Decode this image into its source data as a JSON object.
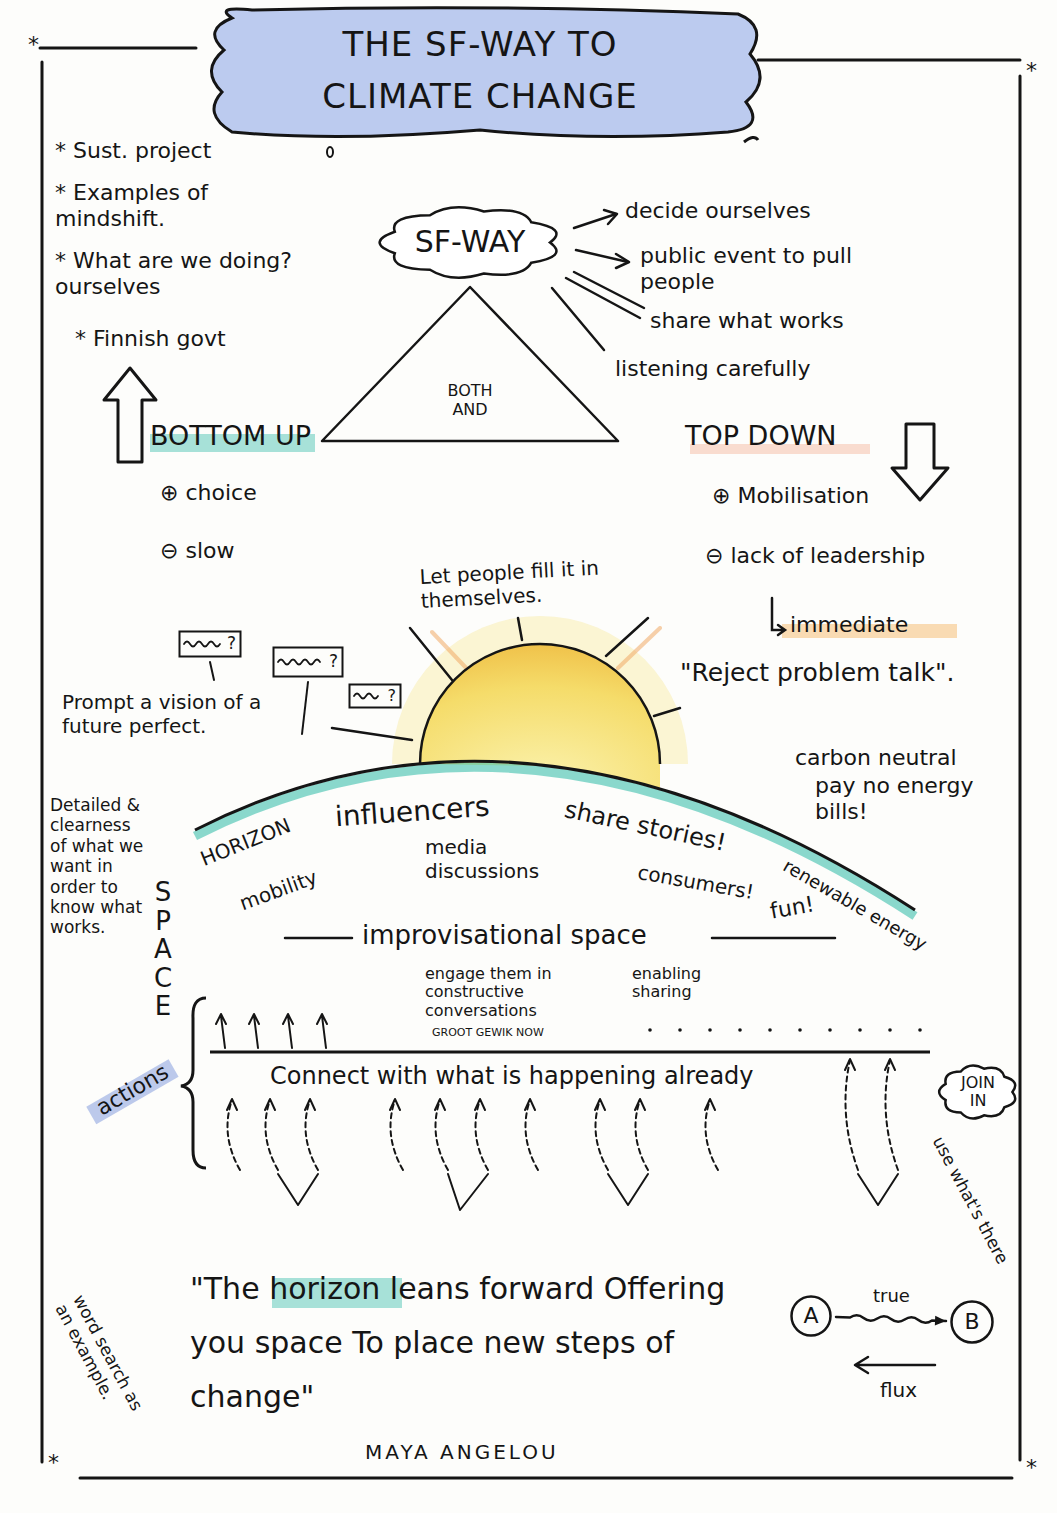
{
  "diagram": {
    "title": "THE SF-WAY TO CLIMATE CHANGE",
    "nodes": [
      {
        "text": [
          "SF-WAY"
        ]
      },
      {
        "text": [
          "BOTH AND"
        ]
      },
      {
        "text": [
          "?"
        ]
      },
      {
        "text": [
          "?"
        ]
      },
      {
        "text": [
          "?"
        ]
      },
      {
        "text": [
          "JOIN IN"
        ]
      },
      {
        "text": [
          "A"
        ]
      },
      {
        "text": [
          "B"
        ]
      }
    ],
    "edges": [
      {
        "from": 6,
        "to": 7,
        "arrow": "to",
        "label": "true"
      }
    ],
    "labels": [
      "*",
      "*",
      "* Sust. project",
      "* Examples of mindshift.",
      "* What are we doing? ourselves",
      "* Finnish govt",
      "decide ourselves",
      "public event to pull people",
      "share what works",
      "listening carefully",
      "BOTTOM UP",
      "TOP DOWN",
      "⊕ choice",
      "⊖ slow",
      "⊕ Mobilisation",
      "⊖ lack of leadership",
      "Let people fill it in themselves.",
      "immediate",
      "\"Reject problem talk\".",
      "Prompt a vision of a future perfect.",
      "HORIZON",
      "influencers",
      "share stories!",
      "carbon neutral",
      "pay no energy bills!",
      "mobility",
      "media discussions",
      "consumers!",
      "fun!",
      "renewable energy",
      "Detailed & clearness of what we want in order to know what works.",
      "SPACE",
      "improvisational space",
      "engage them in constructive conversations",
      "GROOT GEWIK NOW",
      "enabling sharing",
      "actions",
      "Connect with what is happening already",
      "use what's there",
      "word search as an example.",
      "\"The horizon leans forward Offering you space To place new steps of change\"",
      "MAYA ANGELOU",
      "flux",
      "*",
      "*"
    ]
  }
}
